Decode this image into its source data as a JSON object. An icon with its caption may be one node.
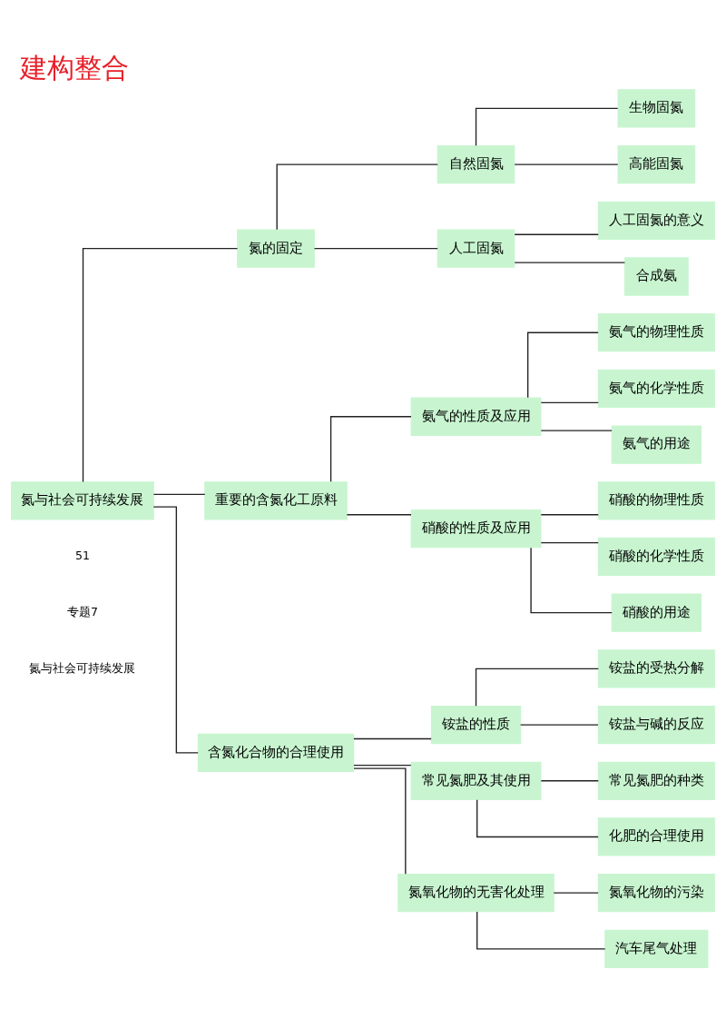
{
  "diagram": {
    "title": "建构整合",
    "nodes": [
      {
        "text": [
          "氮与社会可持续发展"
        ]
      },
      {
        "text": [
          "氮的固定"
        ]
      },
      {
        "text": [
          "自然固氮"
        ]
      },
      {
        "text": [
          "生物固氮"
        ]
      },
      {
        "text": [
          "高能固氮"
        ]
      },
      {
        "text": [
          "人工固氮"
        ]
      },
      {
        "text": [
          "人工固氮的意义"
        ]
      },
      {
        "text": [
          "合成氨"
        ]
      },
      {
        "text": [
          "重要的含氮化工原料"
        ]
      },
      {
        "text": [
          "氨气的性质及应用"
        ]
      },
      {
        "text": [
          "氨气的物理性质"
        ]
      },
      {
        "text": [
          "氨气的化学性质"
        ]
      },
      {
        "text": [
          "氨气的用途"
        ]
      },
      {
        "text": [
          "硝酸的性质及应用"
        ]
      },
      {
        "text": [
          "硝酸的物理性质"
        ]
      },
      {
        "text": [
          "硝酸的化学性质"
        ]
      },
      {
        "text": [
          "硝酸的用途"
        ]
      },
      {
        "text": [
          "含氮化合物的合理使用"
        ]
      },
      {
        "text": [
          "铵盐的性质"
        ]
      },
      {
        "text": [
          "铵盐的受热分解"
        ]
      },
      {
        "text": [
          "铵盐与碱的反应"
        ]
      },
      {
        "text": [
          "常见氮肥及其使用"
        ]
      },
      {
        "text": [
          "常见氮肥的种类"
        ]
      },
      {
        "text": [
          "化肥的合理使用"
        ]
      },
      {
        "text": [
          "氮氧化物的无害化处理"
        ]
      },
      {
        "text": [
          "氮氧化物的污染"
        ]
      },
      {
        "text": [
          "汽车尾气处理"
        ]
      }
    ],
    "edges": [
      {
        "from": 0,
        "to": 1,
        "arrow": "none"
      },
      {
        "from": 0,
        "to": 8,
        "arrow": "none"
      },
      {
        "from": 0,
        "to": 17,
        "arrow": "none"
      },
      {
        "from": 1,
        "to": 2,
        "arrow": "none"
      },
      {
        "from": 1,
        "to": 5,
        "arrow": "none"
      },
      {
        "from": 2,
        "to": 3,
        "arrow": "none"
      },
      {
        "from": 2,
        "to": 4,
        "arrow": "none"
      },
      {
        "from": 5,
        "to": 6,
        "arrow": "none"
      },
      {
        "from": 5,
        "to": 7,
        "arrow": "none"
      },
      {
        "from": 8,
        "to": 9,
        "arrow": "none"
      },
      {
        "from": 8,
        "to": 13,
        "arrow": "none"
      },
      {
        "from": 9,
        "to": 10,
        "arrow": "none"
      },
      {
        "from": 9,
        "to": 11,
        "arrow": "none"
      },
      {
        "from": 9,
        "to": 12,
        "arrow": "none"
      },
      {
        "from": 13,
        "to": 14,
        "arrow": "none"
      },
      {
        "from": 13,
        "to": 15,
        "arrow": "none"
      },
      {
        "from": 13,
        "to": 16,
        "arrow": "none"
      },
      {
        "from": 17,
        "to": 18,
        "arrow": "none"
      },
      {
        "from": 17,
        "to": 21,
        "arrow": "none"
      },
      {
        "from": 17,
        "to": 24,
        "arrow": "none"
      },
      {
        "from": 18,
        "to": 19,
        "arrow": "none"
      },
      {
        "from": 18,
        "to": 20,
        "arrow": "none"
      },
      {
        "from": 21,
        "to": 22,
        "arrow": "none"
      },
      {
        "from": 21,
        "to": 23,
        "arrow": "none"
      },
      {
        "from": 24,
        "to": 25,
        "arrow": "none"
      },
      {
        "from": 24,
        "to": 26,
        "arrow": "none"
      }
    ],
    "labels": [
      "氮与社会可持续发展",
      "专题7",
      "51"
    ]
  }
}
